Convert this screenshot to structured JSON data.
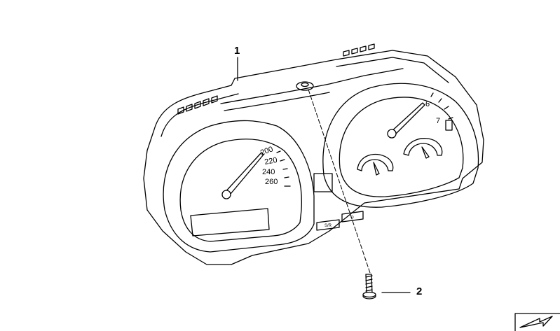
{
  "callouts": [
    {
      "number": "1",
      "part": "instrument-cluster"
    },
    {
      "number": "2",
      "part": "screw"
    }
  ],
  "speedometer_scale": [
    "200",
    "220",
    "240",
    "260"
  ],
  "tachometer_scale": [
    "6",
    "7"
  ],
  "buttons": {
    "left_label": "S/R",
    "right_label": "⊙"
  },
  "colors": {
    "line": "#000000",
    "background": "#ffffff"
  }
}
